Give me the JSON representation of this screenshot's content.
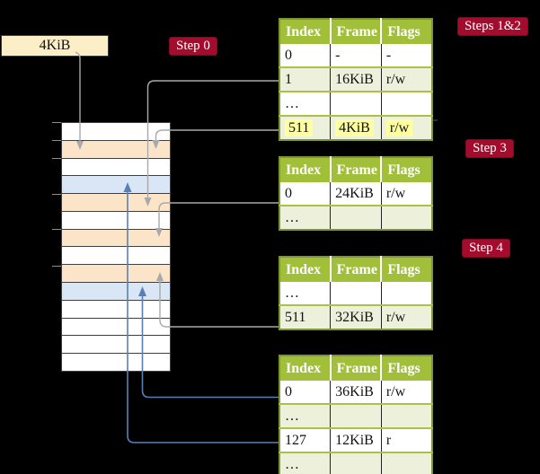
{
  "page_box": {
    "label": "4KiB"
  },
  "badges": {
    "step0": "Step 0",
    "steps12": "Steps 1&2",
    "step3": "Step 3",
    "step4": "Step 4"
  },
  "memory": {
    "row_pattern": [
      "white",
      "peach",
      "white",
      "blue",
      "peach",
      "white",
      "peach",
      "white",
      "peach",
      "blue",
      "white",
      "white",
      "white",
      "white"
    ]
  },
  "tables": [
    {
      "id": "root-page-table",
      "headers": [
        "Index",
        "Frame",
        "Flags"
      ],
      "rows": [
        {
          "cells": [
            "0",
            "-",
            "-"
          ],
          "shade": false,
          "highlight": false
        },
        {
          "cells": [
            "1",
            "16KiB",
            "r/w"
          ],
          "shade": true,
          "highlight": false
        },
        {
          "cells": [
            "…",
            "",
            ""
          ],
          "shade": false,
          "highlight": false
        },
        {
          "cells": [
            "511",
            "4KiB",
            "r/w"
          ],
          "shade": true,
          "highlight": true
        }
      ]
    },
    {
      "id": "step3-page-table",
      "headers": [
        "Index",
        "Frame",
        "Flags"
      ],
      "rows": [
        {
          "cells": [
            "0",
            "24KiB",
            "r/w"
          ],
          "shade": false,
          "highlight": false
        },
        {
          "cells": [
            "…",
            "",
            ""
          ],
          "shade": true,
          "highlight": false
        }
      ]
    },
    {
      "id": "step4-page-table",
      "headers": [
        "Index",
        "Frame",
        "Flags"
      ],
      "rows": [
        {
          "cells": [
            "…",
            "",
            ""
          ],
          "shade": false,
          "highlight": false
        },
        {
          "cells": [
            "511",
            "32KiB",
            "r/w"
          ],
          "shade": true,
          "highlight": false
        }
      ]
    },
    {
      "id": "bottom-page-table",
      "headers": [
        "Index",
        "Frame",
        "Flags"
      ],
      "rows": [
        {
          "cells": [
            "0",
            "36KiB",
            "r/w"
          ],
          "shade": false,
          "highlight": false
        },
        {
          "cells": [
            "…",
            "",
            ""
          ],
          "shade": true,
          "highlight": false
        },
        {
          "cells": [
            "127",
            "12KiB",
            "r"
          ],
          "shade": false,
          "highlight": false
        },
        {
          "cells": [
            "…",
            "",
            ""
          ],
          "shade": true,
          "highlight": false
        }
      ]
    }
  ],
  "colors": {
    "header_green": "#a2bf3a",
    "row_green": "#edf1dc",
    "peach": "#fce4c9",
    "blue": "#d9e6f5",
    "cream": "#fcefc8",
    "badge_red": "#a30c2c",
    "highlight": "#feff9e",
    "gray_line": "#a9a9a9",
    "blue_line": "#5b7fb5"
  }
}
